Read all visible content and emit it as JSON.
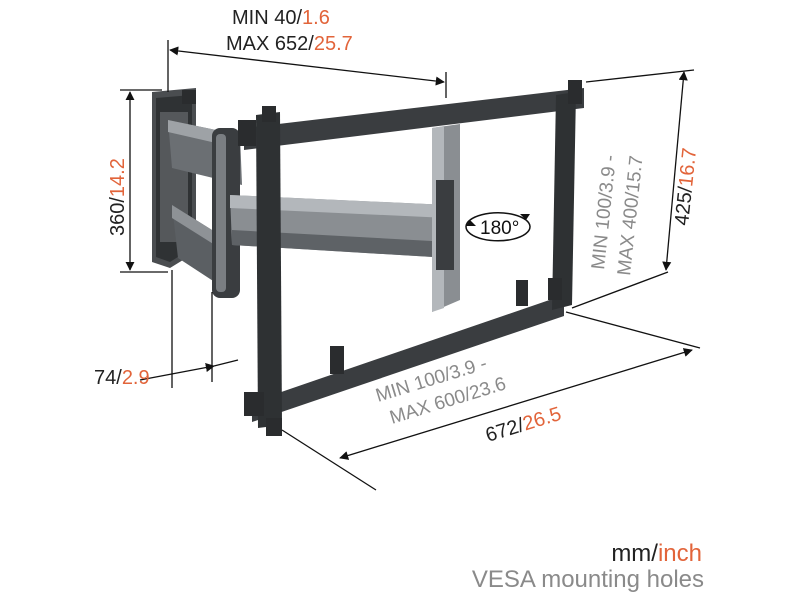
{
  "colors": {
    "dark_text": "#222222",
    "inch_orange": "#e2643a",
    "vesa_gray": "#8a8a8a",
    "metal_dark": "#3a3d40",
    "metal_mid": "#6b6f73",
    "metal_light": "#a9adb1",
    "dimension_line": "#111111"
  },
  "dimensions": {
    "arm_extension": {
      "min_mm": "MIN 40/",
      "min_in": "1.6",
      "max_mm": "MAX 652/",
      "max_in": "25.7"
    },
    "wall_plate_height": {
      "mm": "360/",
      "in": "14.2"
    },
    "wall_depth": {
      "mm": "74/",
      "in": "2.9"
    },
    "vesa_vertical": {
      "line1": "MIN 100/3.9 -",
      "line2": "MAX 400/15.7"
    },
    "frame_height": {
      "mm": "425/",
      "in": "16.7"
    },
    "vesa_horizontal": {
      "line1": "MIN 100/3.9 -",
      "line2": "MAX 600/23.6"
    },
    "frame_width": {
      "mm": "672/",
      "in": "26.5"
    }
  },
  "rotation_label": "180°",
  "legend": {
    "units_mm": "mm/",
    "units_inch": "inch",
    "vesa_caption": "VESA mounting holes"
  },
  "icons": [
    "rotation-180-icon"
  ]
}
